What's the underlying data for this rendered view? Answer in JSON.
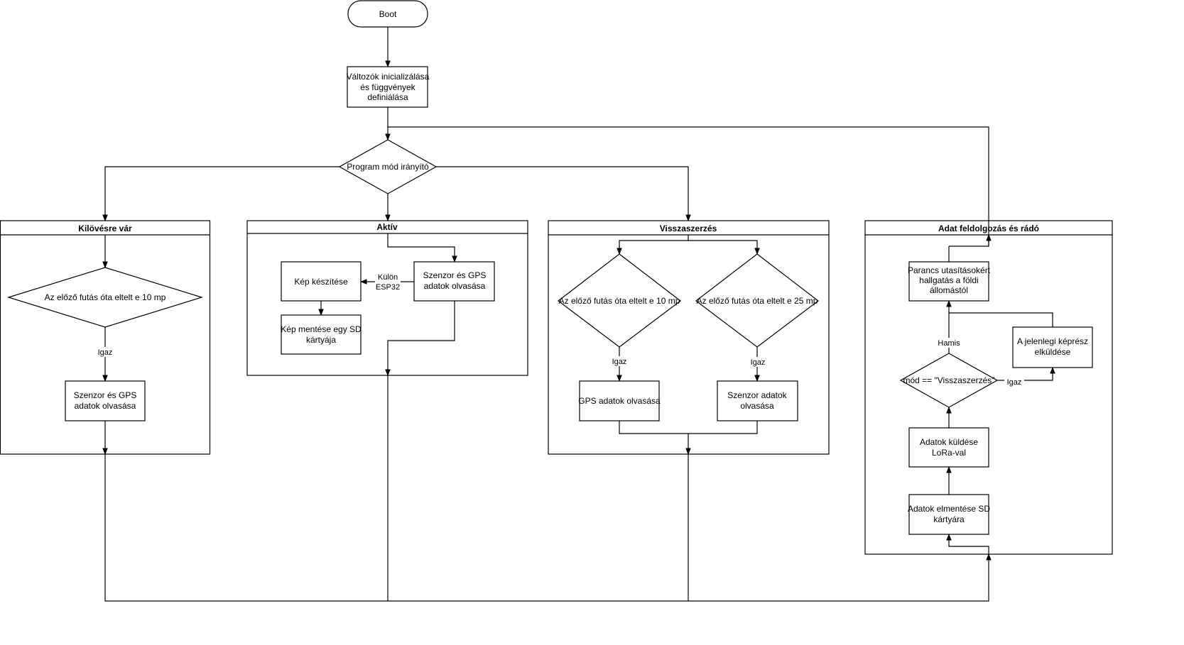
{
  "nodes": {
    "boot": "Boot",
    "init": [
      "Változók inicializálása",
      "és függvények",
      "definiálása"
    ],
    "mode_controller": "Program mód irányító",
    "wait_check": "Az előző futás óta eltelt e 10 mp",
    "wait_read": [
      "Szenzor és GPS",
      "adatok olvasása"
    ],
    "active_read": [
      "Szenzor és GPS",
      "adatok olvasása"
    ],
    "take_photo": "Kép készítése",
    "save_photo": [
      "Kép mentése egy SD",
      "kártyája"
    ],
    "rec_check10": "Az előző futás óta eltelt e 10 mp",
    "rec_check25": "Az előző futás óta eltelt e 25 mp",
    "rec_gps": "GPS adatok olvasása",
    "rec_sensor": [
      "Szenzor adatok",
      "olvasása"
    ],
    "proc_save": [
      "Adatok elmentése SD",
      "kártyára"
    ],
    "proc_send": [
      "Adatok küldése",
      "LoRa-val"
    ],
    "proc_mode_check": "mód == \"Visszaszerzés\"",
    "proc_send_image": [
      "A jelenlegi képrész",
      "elküldése"
    ],
    "proc_listen": [
      "Parancs utasításokért",
      "hallgatás a földi",
      "állomástól"
    ]
  },
  "lanes": {
    "waiting": "Kilövésre vár",
    "active": "Aktív",
    "recovery": "Visszaszerzés",
    "processing": "Adat feldolgozás és rádó"
  },
  "edge_labels": {
    "wait_true": "Igaz",
    "separate_esp": [
      "Külön",
      "ESP32"
    ],
    "rec10_true": "Igaz",
    "rec25_true": "Igaz",
    "mode_false": "Hamis",
    "mode_true": "Igaz"
  }
}
